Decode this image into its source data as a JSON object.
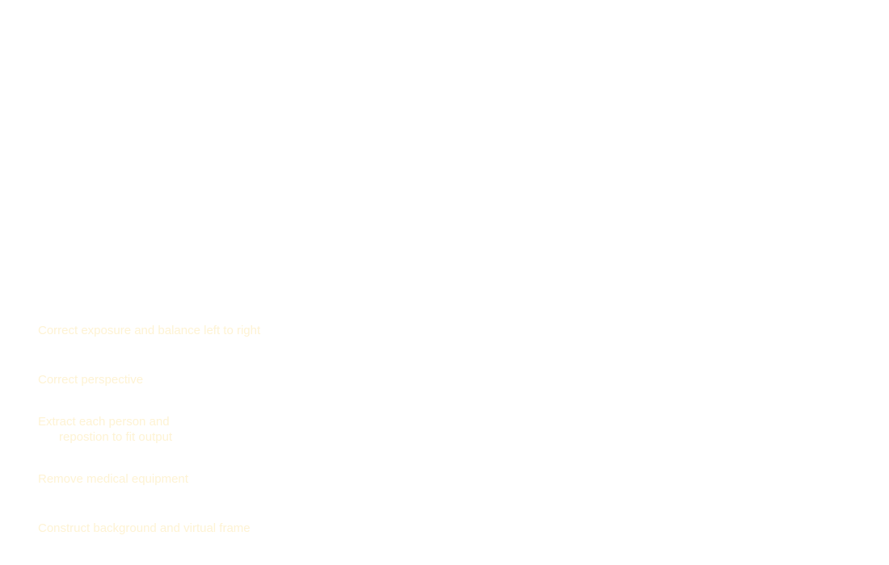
{
  "colors": {
    "background": "#ffffff",
    "step_text": "#fef3d4"
  },
  "steps": [
    {
      "lines": [
        "Correct exposure and balance left to right"
      ]
    },
    {
      "lines": [
        "Correct perspective"
      ]
    },
    {
      "lines": [
        "Extract each person and",
        "repostion to fit output"
      ]
    },
    {
      "lines": [
        "Remove medical equipment"
      ]
    },
    {
      "lines": [
        "Construct background and virtual frame"
      ]
    }
  ]
}
